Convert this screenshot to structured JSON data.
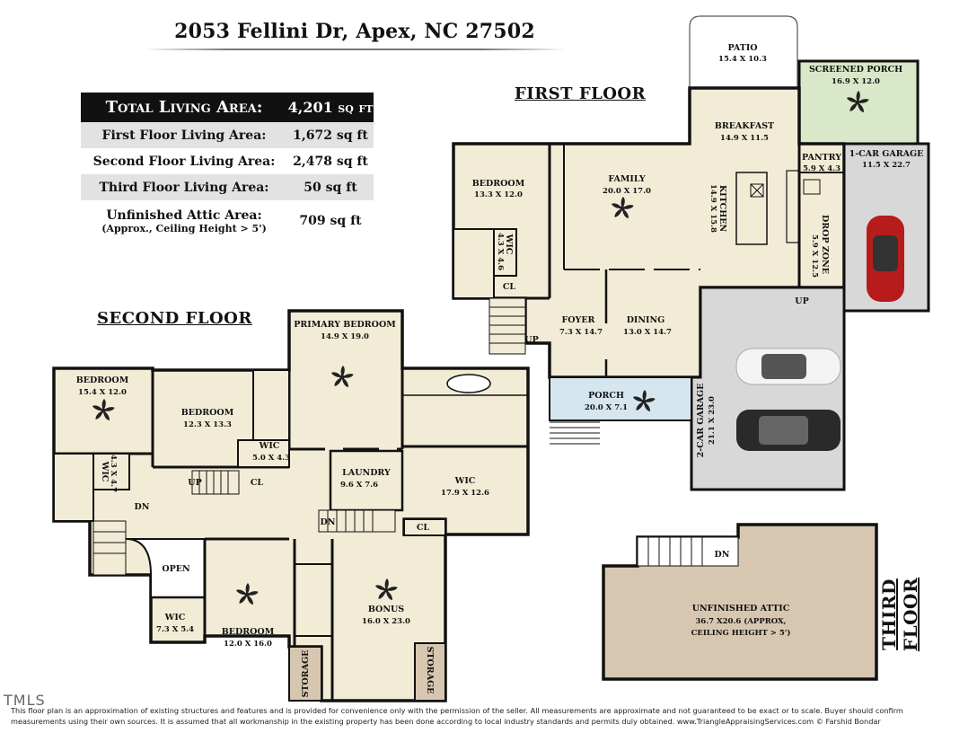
{
  "header": {
    "title": "2053 Fellini Dr, Apex, NC 27502"
  },
  "area_table": {
    "rows": [
      {
        "label": "Total Living Area:",
        "value": "4,201 sq ft"
      },
      {
        "label": "First Floor Living Area:",
        "value": "1,672 sq ft"
      },
      {
        "label": "Second Floor Living Area:",
        "value": "2,478 sq ft"
      },
      {
        "label": "Third Floor Living Area:",
        "value": "50 sq ft"
      },
      {
        "label": "Unfinished Attic Area:",
        "sublabel": "(Approx., Ceiling Height > 5')",
        "value": "709 sq ft"
      }
    ]
  },
  "floors": {
    "first": "FIRST FLOOR",
    "second": "SECOND FLOOR",
    "third": "THIRD FLOOR"
  },
  "rooms": {
    "patio": {
      "name": "PATIO",
      "dim": "15.4 X 10.3"
    },
    "screened_porch": {
      "name": "SCREENED PORCH",
      "dim": "16.9 X 12.0"
    },
    "breakfast": {
      "name": "BREAKFAST",
      "dim": "14.9 X 11.5"
    },
    "pantry": {
      "name": "PANTRY",
      "dim": "5.9 X 4.3"
    },
    "garage1": {
      "name": "1-CAR GARAGE",
      "dim": "11.5 X 22.7"
    },
    "bedroom_first": {
      "name": "BEDROOM",
      "dim": "13.3 X 12.0"
    },
    "family": {
      "name": "FAMILY",
      "dim": "20.0 X 17.0"
    },
    "kitchen": {
      "name": "KITCHEN",
      "dim": "14.9 X 15.8"
    },
    "drop_zone": {
      "name": "DROP ZONE",
      "dim": "5.9 X 12.5"
    },
    "wic_first": {
      "name": "WIC",
      "dim": "4.3 X 4.6"
    },
    "cl_first": {
      "name": "CL"
    },
    "foyer": {
      "name": "FOYER",
      "dim": "7.3 X 14.7"
    },
    "dining": {
      "name": "DINING",
      "dim": "13.0 X 14.7"
    },
    "porch": {
      "name": "PORCH",
      "dim": "20.0 X 7.1"
    },
    "garage2": {
      "name": "2-CAR GARAGE",
      "dim": "21.1 X 23.0"
    },
    "up_first": "UP",
    "up_garage": "UP",
    "primary_bedroom": {
      "name": "PRIMARY BEDROOM",
      "dim": "14.9 X 19.0"
    },
    "bedroom_a": {
      "name": "BEDROOM",
      "dim": "15.4 X 12.0"
    },
    "bedroom_b": {
      "name": "BEDROOM",
      "dim": "12.3 X 13.3"
    },
    "wic_b": {
      "name": "WIC",
      "dim": "5.0 X 4.3"
    },
    "wic_a": {
      "name": "WIC",
      "dim": "4.3 X 4.7"
    },
    "laundry": {
      "name": "LAUNDRY",
      "dim": "9.6 X 7.6"
    },
    "wic_primary": {
      "name": "WIC",
      "dim": "17.9 X 12.6"
    },
    "cl_second_a": {
      "name": "CL"
    },
    "cl_second_b": {
      "name": "CL"
    },
    "up_second": "UP",
    "dn_second_a": "DN",
    "dn_second_b": "DN",
    "open": {
      "name": "OPEN"
    },
    "wic_c": {
      "name": "WIC",
      "dim": "7.3 X 5.4"
    },
    "bedroom_c": {
      "name": "BEDROOM",
      "dim": "12.0 X 16.0"
    },
    "bonus": {
      "name": "BONUS",
      "dim": "16.0 X 23.0"
    },
    "storage_a": {
      "name": "STORAGE"
    },
    "storage_b": {
      "name": "STORAGE"
    },
    "attic": {
      "name": "UNFINISHED ATTIC",
      "dim": "36.7 X20.6 (APPROX,",
      "note": "CEILING HEIGHT > 5')"
    },
    "dn_third": "DN"
  },
  "footer": {
    "logo": "TMLS",
    "line1": "This floor plan is an approximation of existing structures and features and is provided for convenience only with the permission of the seller.  All measurements are approximate and not guaranteed to be exact or to scale.  Buyer should confirm",
    "line2": "measurements using their own sources.  It is assumed that all workmanship in the existing property has been done according to local industry standards and permits duly obtained.      www.TriangleAppraisingServices.com      © Farshid Bondar"
  },
  "colors": {
    "floor": "#f2ecd6",
    "garage": "#d8d8d8",
    "screened": "#d9e8c8",
    "porch": "#d5e6ef",
    "storage": "#d8c7b0",
    "wall": "#111111"
  }
}
